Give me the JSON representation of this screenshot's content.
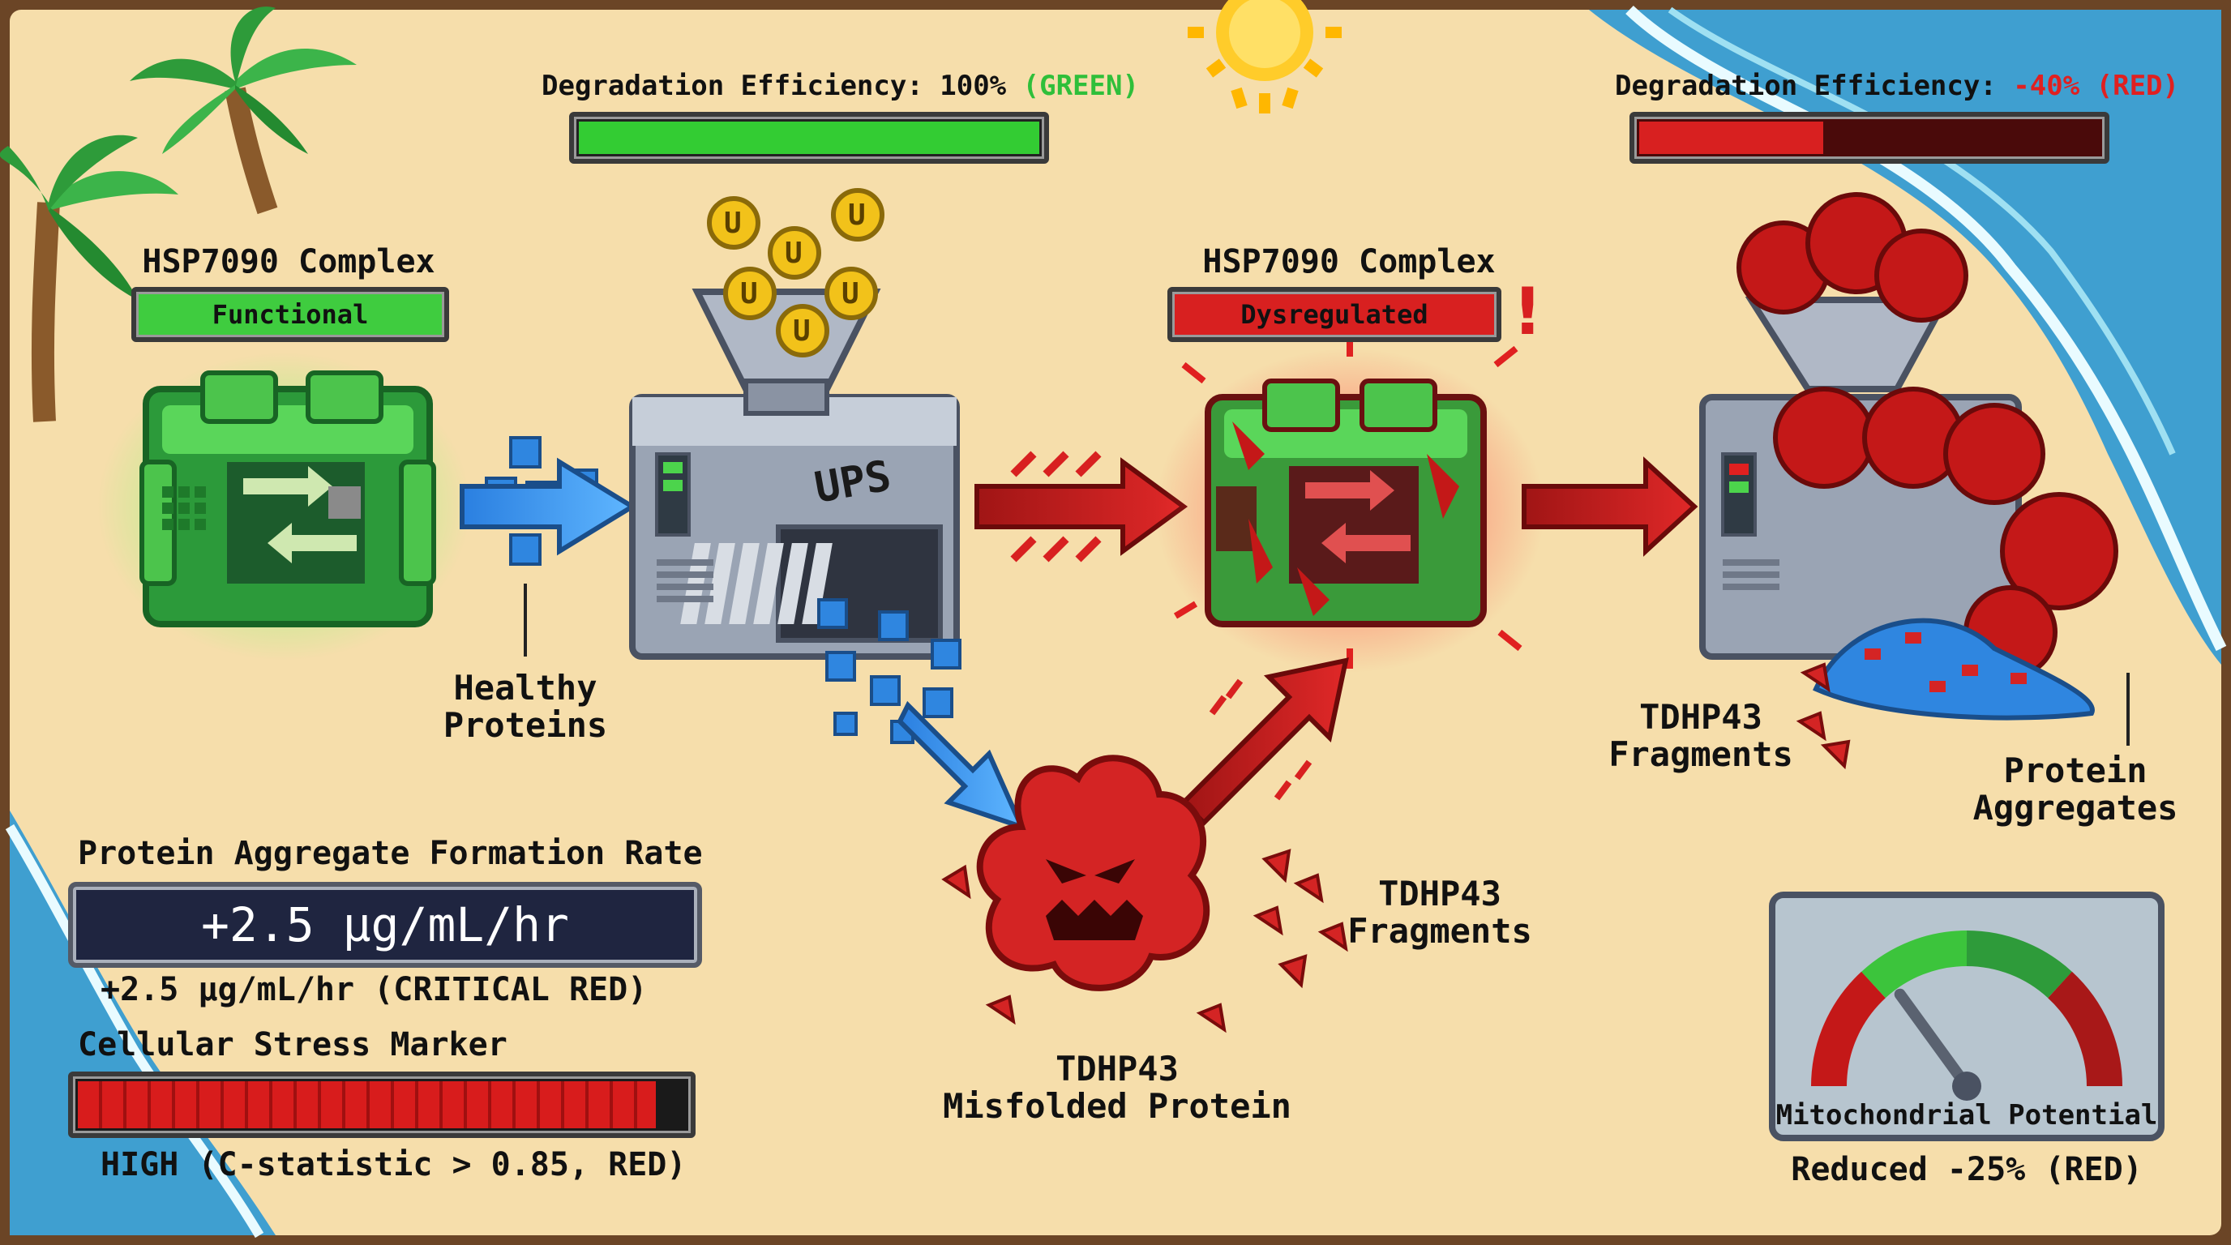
{
  "left_complex": {
    "title": "HSP7090 Complex",
    "status": "Functional",
    "status_color": "#3fcc3f"
  },
  "right_complex": {
    "title": "HSP7090 Complex",
    "status": "Dysregulated",
    "status_color": "#d82020",
    "alert_mark": "!"
  },
  "degradation_left": {
    "label_prefix": "Degradation Efficiency: 100%",
    "label_suffix": "(GREEN)",
    "level": 1.0,
    "color": "#33cc33"
  },
  "degradation_right": {
    "label_prefix": "Degradation Efficiency:",
    "label_suffix": "-40% (RED)",
    "level": 0.4,
    "color": "#d82020"
  },
  "ups_machine": {
    "label": "UPS",
    "coin_letter": "U"
  },
  "labels": {
    "healthy_proteins_1": "Healthy",
    "healthy_proteins_2": "Proteins",
    "misfolded_1": "TDHP43",
    "misfolded_2": "Misfolded Protein",
    "fragments_mid_1": "TDHP43",
    "fragments_mid_2": "Fragments",
    "fragments_right_1": "TDHP43",
    "fragments_right_2": "Fragments",
    "aggregates_1": "Protein",
    "aggregates_2": "Aggregates"
  },
  "aggregate_rate": {
    "title": "Protein Aggregate Formation Rate",
    "display": "+2.5 µg/mL/hr",
    "caption": "+2.5 µg/mL/hr (CRITICAL RED)"
  },
  "stress_marker": {
    "title": "Cellular Stress Marker",
    "level": 0.95,
    "caption": "HIGH (C-statistic > 0.85, RED)"
  },
  "mito_gauge": {
    "title": "Mitochondrial Potential",
    "caption": "Reduced -25% (RED)",
    "level": 0.3
  }
}
